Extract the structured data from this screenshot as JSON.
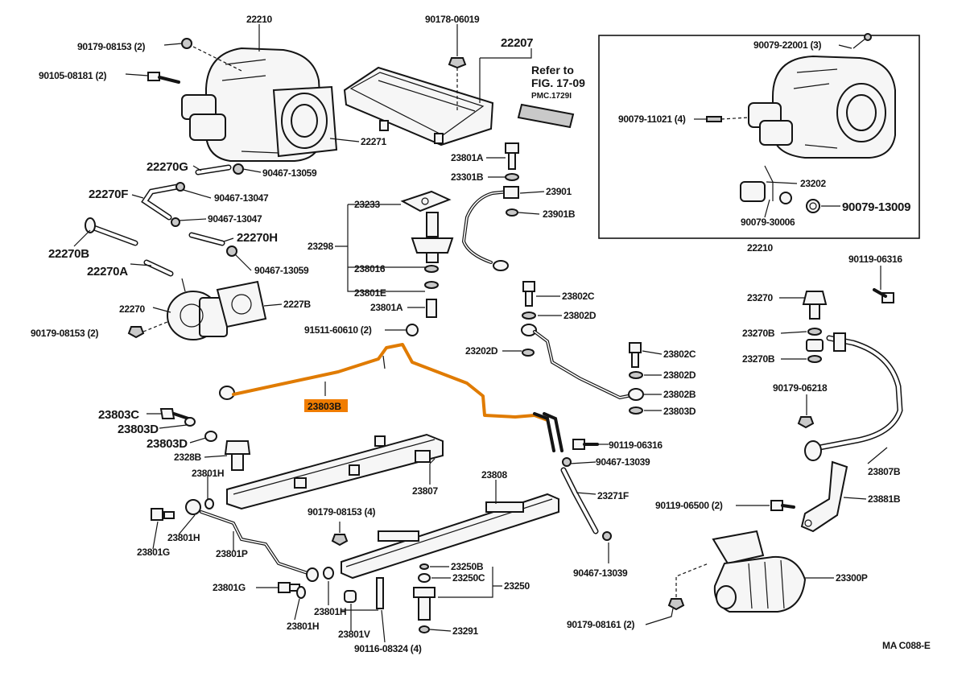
{
  "diagram": {
    "code": "MA C088-E",
    "highlight_color": "#e07b00",
    "highlight_label_bg": "#f07c00",
    "reference_note": {
      "line1": "Refer to",
      "line2": "FIG. 17-09",
      "line3": "PMC.1729I"
    },
    "parts": {
      "p22210_top": "22210",
      "p90179_08153_a": "90179-08153 (2)",
      "p90105_08181": "90105-08181 (2)",
      "p22271": "22271",
      "p22270G": "22270G",
      "p90467_13059_a": "90467-13059",
      "p22270F": "22270F",
      "p90467_13047_a": "90467-13047",
      "p90467_13047_b": "90467-13047",
      "p22270H": "22270H",
      "p22270B": "22270B",
      "p22270A": "22270A",
      "p90467_13059_b": "90467-13059",
      "p22270": "22270",
      "p22278": "2227B",
      "p90179_08153_b": "90179-08153 (2)",
      "p90178_06019": "90178-06019",
      "p22207": "22207",
      "p23801A_top": "23801A",
      "p23301B": "23301B",
      "p23901": "23901",
      "p23901B": "23901B",
      "p23233": "23233",
      "p23298": "23298",
      "p238016": "238016",
      "p23801E": "23801E",
      "p23801A_mid": "23801A",
      "p91511_60610": "91511-60610 (2)",
      "p23802C_a": "23802C",
      "p23802D_a": "23802D",
      "p23202D": "23202D",
      "p23802C_b": "23802C",
      "p23802D_b": "23802D",
      "p23802B": "23802B",
      "p23803D_pipe": "23803D",
      "p23803B": "23803B",
      "p23803C": "23803C",
      "p23803D_a": "23803D",
      "p23803D_b": "23803D",
      "p2328B": "2328B",
      "p23807": "23807",
      "p90119_06316_a": "90119-06316",
      "p90467_13039_a": "90467-13039",
      "p23271F": "23271F",
      "p90467_13039_b": "90467-13039",
      "p23801H_a": "23801H",
      "p23801H_b": "23801H",
      "p23801G_a": "23801G",
      "p23801P": "23801P",
      "p23801G_b": "23801G",
      "p23801H_c": "23801H",
      "p23801H_d": "23801H",
      "p23801V": "23801V",
      "p90116_08324": "90116-08324 (4)",
      "p90179_08153_c": "90179-08153 (4)",
      "p23808": "23808",
      "p23250B": "23250B",
      "p23250C": "23250C",
      "p23250": "23250",
      "p23291": "23291",
      "p90079_22001": "90079-22001 (3)",
      "p90079_11021": "90079-11021 (4)",
      "p23202": "23202",
      "p90079_30006": "90079-30006",
      "p90079_13009": "90079-13009",
      "p22210_box": "22210",
      "p90119_06316_b": "90119-06316",
      "p23270": "23270",
      "p23270B_a": "23270B",
      "p23270B_b": "23270B",
      "p90179_06218": "90179-06218",
      "p23807B": "23807B",
      "p90119_06500": "90119-06500 (2)",
      "p23881B": "23881B",
      "p23300P": "23300P",
      "p90179_08161": "90179-08161 (2)"
    }
  }
}
